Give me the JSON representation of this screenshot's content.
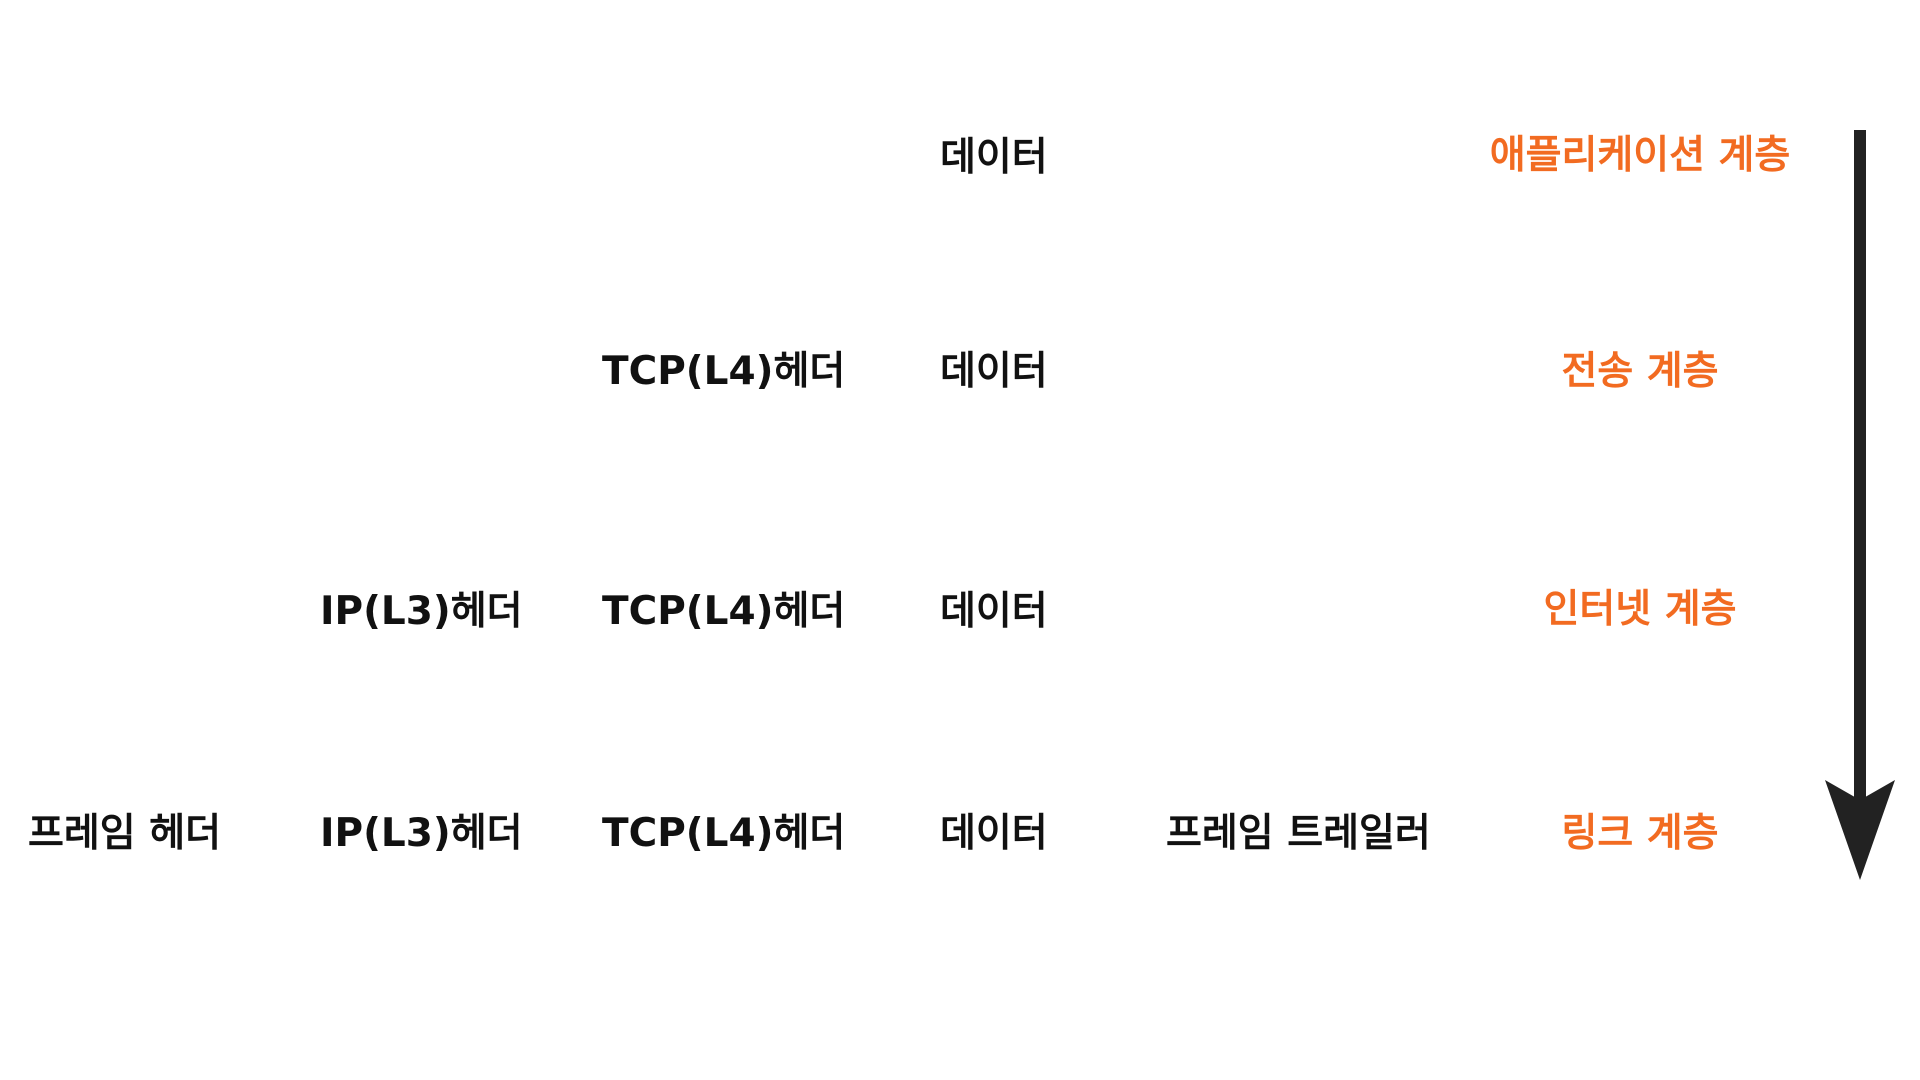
{
  "colors": {
    "text": "#111111",
    "layer_accent": "#F26B21",
    "arrow": "#222222"
  },
  "layers": [
    {
      "name": "애플리케이션 계층",
      "cells": {
        "data": "데이터"
      }
    },
    {
      "name": "전송 계층",
      "cells": {
        "tcp": "TCP(L4)헤더",
        "data": "데이터"
      }
    },
    {
      "name": "인터넷 계층",
      "cells": {
        "ip": "IP(L3)헤더",
        "tcp": "TCP(L4)헤더",
        "data": "데이터"
      }
    },
    {
      "name": "링크 계층",
      "cells": {
        "frame_header": "프레임 헤더",
        "ip": "IP(L3)헤더",
        "tcp": "TCP(L4)헤더",
        "data": "데이터",
        "frame_trailer": "프레임 트레일러"
      }
    }
  ],
  "arrow_icon": "down-arrow-icon"
}
